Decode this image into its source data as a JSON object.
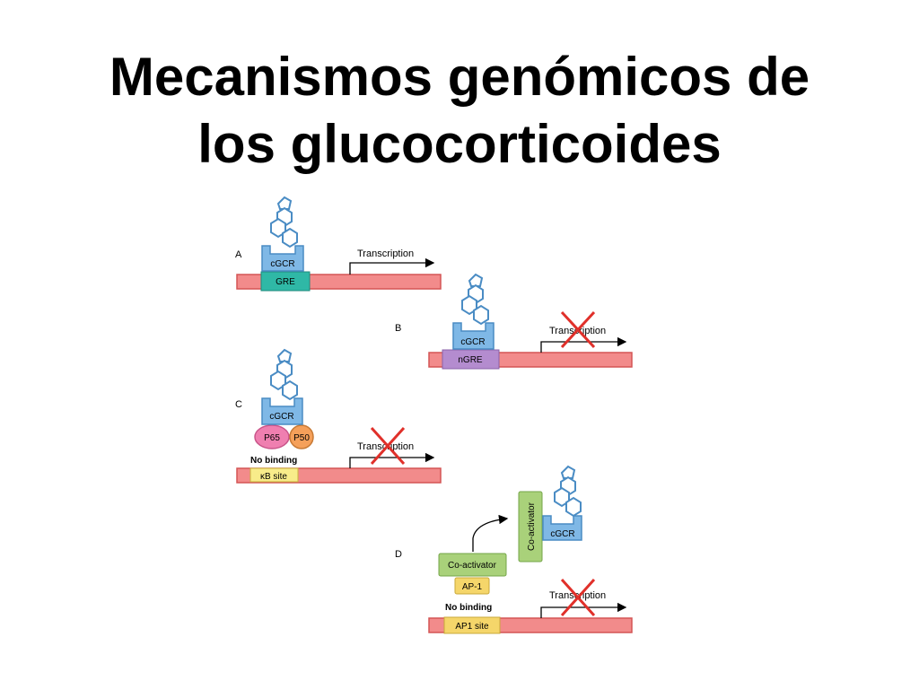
{
  "title": {
    "line1": "Mecanismos genómicos de",
    "line2": "los glucocorticoides"
  },
  "colors": {
    "dna": "#f28b8b",
    "dna_stroke": "#d45555",
    "receptor": "#7fb8e6",
    "receptor_stroke": "#4a8cc4",
    "gre": "#2fb8a6",
    "ngre": "#b48ccf",
    "p65": "#ef7fb0",
    "p50": "#f5a05a",
    "site": "#f8ec8a",
    "coactivator": "#a9d17a",
    "ap1": "#f5d66a",
    "cross": "#e0302a"
  },
  "panels": {
    "a": {
      "letter": "A",
      "receptor": "cGCR",
      "element": "GRE",
      "transcription": "Transcription"
    },
    "b": {
      "letter": "B",
      "receptor": "cGCR",
      "element": "nGRE",
      "transcription": "Transcription"
    },
    "c": {
      "letter": "C",
      "receptor": "cGCR",
      "p65": "P65",
      "p50": "P50",
      "no_binding": "No binding",
      "site": "κB site",
      "transcription": "Transcription"
    },
    "d": {
      "letter": "D",
      "coactivator_left": "Co-activator",
      "ap1": "AP-1",
      "no_binding": "No binding",
      "site": "AP1 site",
      "coactivator_right": "Co-activator",
      "receptor": "cGCR",
      "transcription": "Transcription"
    }
  }
}
